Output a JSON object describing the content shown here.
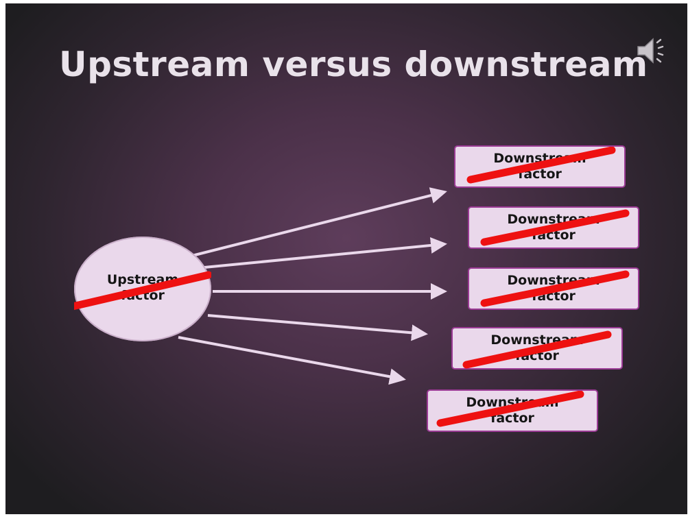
{
  "slide": {
    "title": "Upstream versus downstream",
    "background_colors": [
      "#5e3d5b",
      "#2f2530",
      "#1e1d20"
    ],
    "audio_icon": "speaker-audio-icon"
  },
  "diagram": {
    "upstream": {
      "line1": "Upstream",
      "line2": "factor"
    },
    "downstream": [
      {
        "line1": "Downstream",
        "line2": "factor"
      },
      {
        "line1": "Downstream",
        "line2": "factor"
      },
      {
        "line1": "Downstream",
        "line2": "factor"
      },
      {
        "line1": "Downstream",
        "line2": "factor"
      },
      {
        "line1": "Downstream",
        "line2": "factor"
      }
    ],
    "node_fill": "#ead8eb",
    "box_border": "#9b3b95",
    "arrow_color": "#ead8eb",
    "strike_color": "#ee1111"
  }
}
